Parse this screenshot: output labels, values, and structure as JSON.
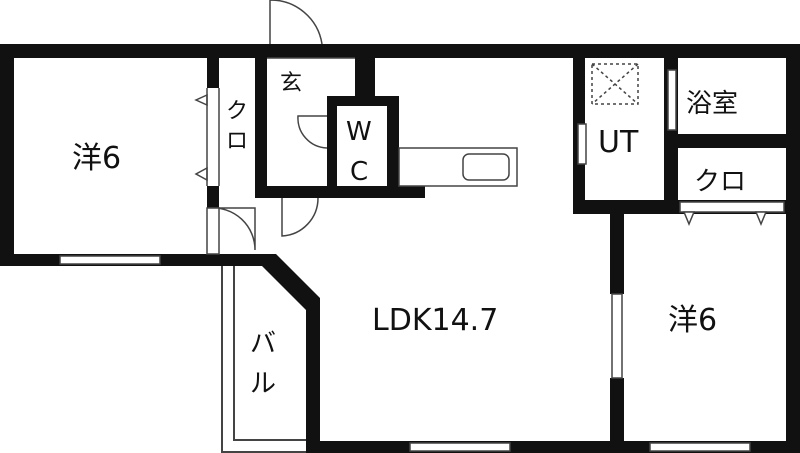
{
  "floorplan": {
    "rooms": {
      "western_left": "洋6",
      "closet_left_1": "ク",
      "closet_left_2": "ロ",
      "entrance": "玄",
      "wc_1": "W",
      "wc_2": "C",
      "unit_bath": "UT",
      "bathroom": "浴室",
      "closet_right": "クロ",
      "ldk": "LDK14.7",
      "western_right": "洋6",
      "balcony_1": "バ",
      "balcony_2": "ル"
    },
    "colors": {
      "wall": "#111111",
      "thin_line": "#444444",
      "background": "#ffffff"
    }
  }
}
